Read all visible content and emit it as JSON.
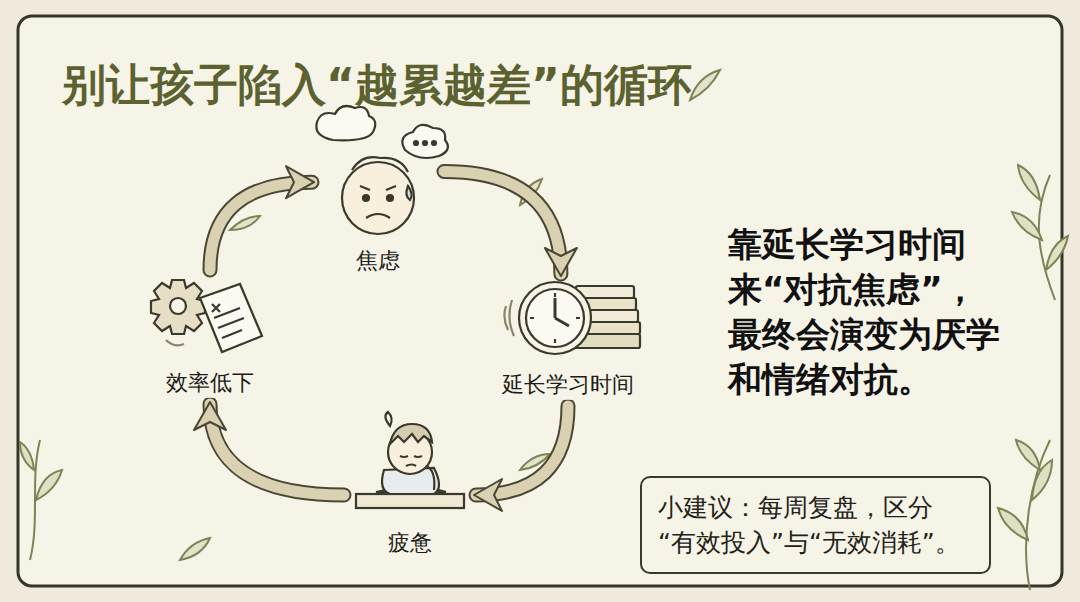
{
  "diagram": {
    "title": "别让孩子陷入“越累越差”的循环",
    "nodes": [
      {
        "text": [
          "焦虑"
        ]
      },
      {
        "text": [
          "延长学习时间"
        ]
      },
      {
        "text": [
          "疲惫"
        ]
      },
      {
        "text": [
          "效率低下"
        ]
      },
      {
        "text": [
          "小建议：每周复盘，区分 “有效投入”与“无效消耗”。"
        ]
      }
    ],
    "edges": [
      {
        "from": 0,
        "to": 1,
        "arrow": "to"
      },
      {
        "from": 1,
        "to": 2,
        "arrow": "to"
      },
      {
        "from": 2,
        "to": 3,
        "arrow": "to"
      },
      {
        "from": 3,
        "to": 0,
        "arrow": "to"
      }
    ],
    "labels": [
      "靠延长学习时间 来“对抗焦虑”， 最终会演变为厌学 和情绪对抗。"
    ]
  }
}
